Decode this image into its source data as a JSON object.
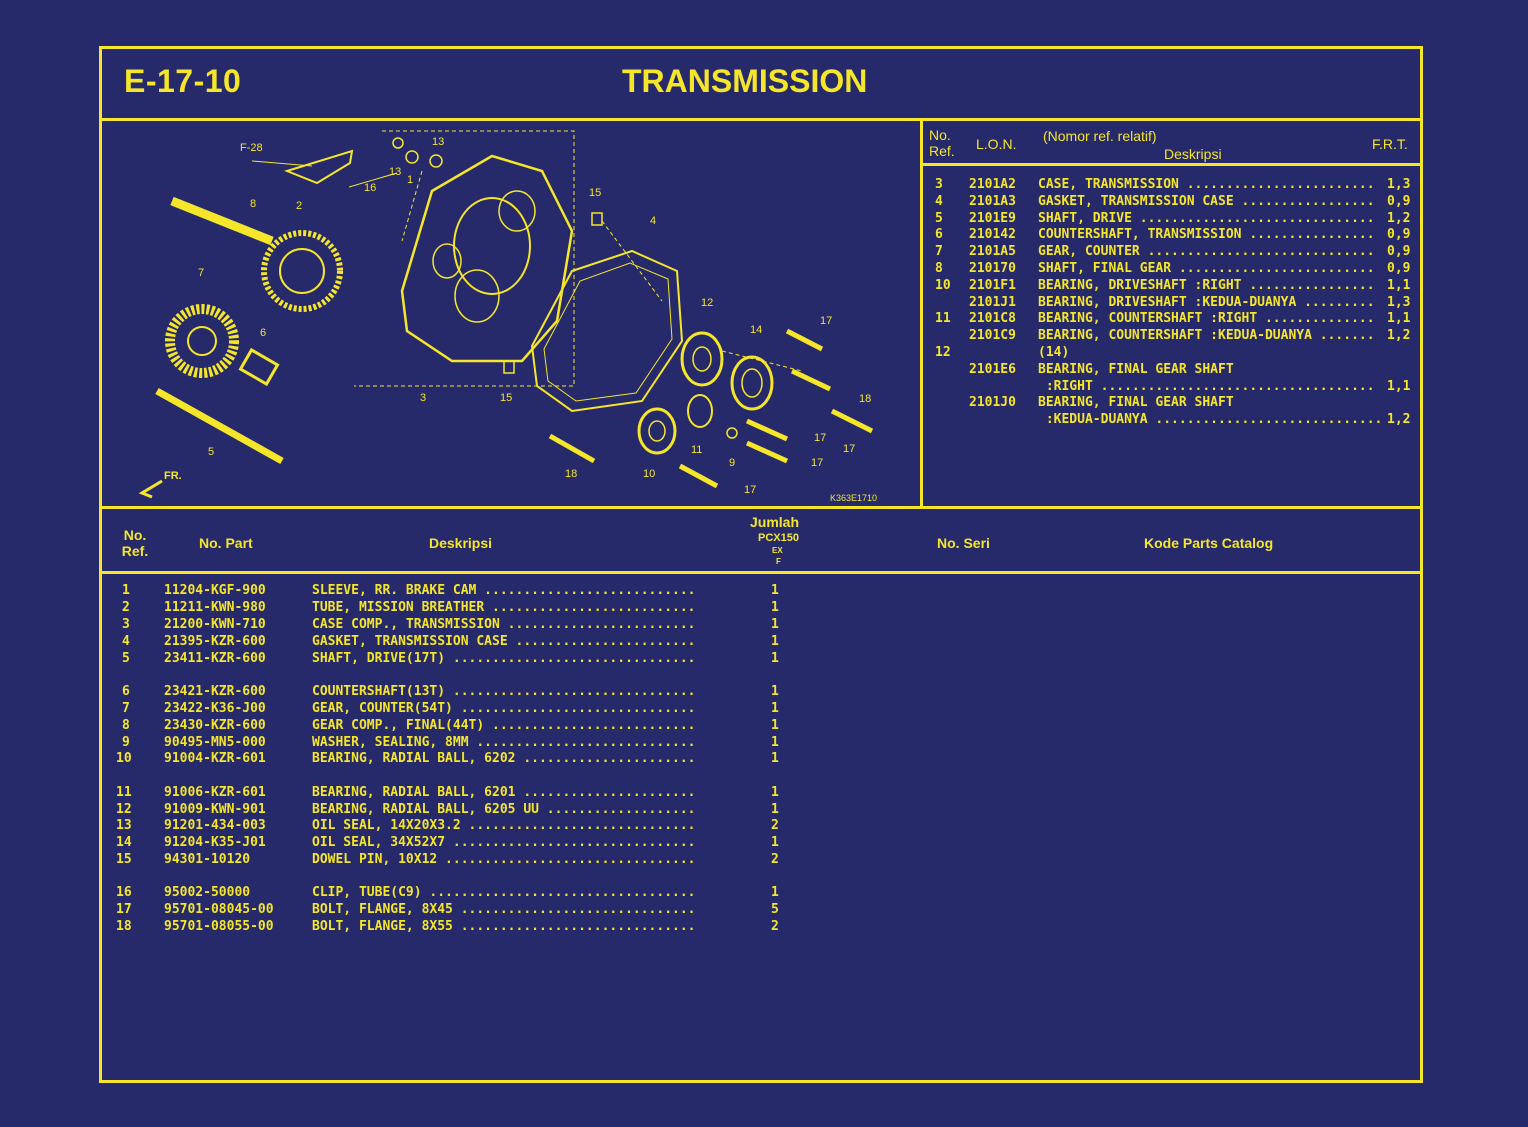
{
  "header": {
    "code": "E-17-10",
    "title": "TRANSMISSION"
  },
  "diagram": {
    "labels": {
      "f28": "F-28",
      "n8": "8",
      "n2": "2",
      "n16": "16",
      "n13a": "13",
      "n13b": "13",
      "n1": "1",
      "n15a": "15",
      "n4": "4",
      "n7": "7",
      "n6": "6",
      "n12": "12",
      "n14": "14",
      "n17a": "17",
      "n3": "3",
      "n15b": "15",
      "n18a": "18",
      "n5": "5",
      "n17b": "17",
      "n11": "11",
      "n9": "9",
      "n17c": "17",
      "n17d": "17",
      "n10": "10",
      "n18b": "18",
      "n17e": "17",
      "fr": "FR.",
      "code": "K363E1710"
    }
  },
  "lon_table": {
    "headers": {
      "no_ref": "No. Ref.",
      "lon": "L.O.N.",
      "nomor_ref": "(Nomor ref. relatif)",
      "deskripsi": "Deskripsi",
      "frt": "F.R.T."
    },
    "rows": [
      {
        "ref": "3",
        "lon": "2101A2",
        "desc": "CASE, TRANSMISSION ........................",
        "frt": "1,3"
      },
      {
        "ref": "4",
        "lon": "2101A3",
        "desc": "GASKET, TRANSMISSION CASE .................",
        "frt": "0,9"
      },
      {
        "ref": "5",
        "lon": "2101E9",
        "desc": "SHAFT, DRIVE ..............................",
        "frt": "1,2"
      },
      {
        "ref": "6",
        "lon": "210142",
        "desc": "COUNTERSHAFT, TRANSMISSION ................",
        "frt": "0,9"
      },
      {
        "ref": "7",
        "lon": "2101A5",
        "desc": "GEAR, COUNTER .............................",
        "frt": "0,9"
      },
      {
        "ref": "8",
        "lon": "210170",
        "desc": "SHAFT, FINAL GEAR .........................",
        "frt": "0,9"
      },
      {
        "ref": "10",
        "lon": "2101F1",
        "desc": "BEARING, DRIVESHAFT :RIGHT ................",
        "frt": "1,1"
      },
      {
        "ref": "",
        "lon": "2101J1",
        "desc": "BEARING, DRIVESHAFT :KEDUA-DUANYA .........",
        "frt": "1,3"
      },
      {
        "ref": "11",
        "lon": "2101C8",
        "desc": "BEARING, COUNTERSHAFT :RIGHT ..............",
        "frt": "1,1"
      },
      {
        "ref": "",
        "lon": "2101C9",
        "desc": "BEARING, COUNTERSHAFT :KEDUA-DUANYA .......",
        "frt": "1,2"
      },
      {
        "ref": "12",
        "lon": "",
        "desc": "(14)",
        "frt": ""
      },
      {
        "ref": "",
        "lon": "2101E6",
        "desc": "BEARING, FINAL GEAR SHAFT",
        "frt": ""
      },
      {
        "ref": "",
        "lon": "",
        "desc": " :RIGHT ...................................",
        "frt": "1,1"
      },
      {
        "ref": "",
        "lon": "2101J0",
        "desc": "BEARING, FINAL GEAR SHAFT",
        "frt": ""
      },
      {
        "ref": "",
        "lon": "",
        "desc": " :KEDUA-DUANYA .............................",
        "frt": "1,2"
      }
    ]
  },
  "parts_table": {
    "headers": {
      "no_ref": "No. Ref.",
      "no_part": "No. Part",
      "deskripsi": "Deskripsi",
      "jumlah": "Jumlah",
      "model": "PCX150",
      "ex": "EX",
      "f": "F",
      "no_seri": "No. Seri",
      "kode": "Kode Parts Catalog"
    },
    "groups": [
      [
        {
          "ref": "1",
          "part": "11204-KGF-900",
          "desc": "SLEEVE, RR. BRAKE CAM ...........................",
          "qty": "1"
        },
        {
          "ref": "2",
          "part": "11211-KWN-980",
          "desc": "TUBE, MISSION BREATHER ..........................",
          "qty": "1"
        },
        {
          "ref": "3",
          "part": "21200-KWN-710",
          "desc": "CASE COMP., TRANSMISSION ........................",
          "qty": "1"
        },
        {
          "ref": "4",
          "part": "21395-KZR-600",
          "desc": "GASKET, TRANSMISSION CASE .......................",
          "qty": "1"
        },
        {
          "ref": "5",
          "part": "23411-KZR-600",
          "desc": "SHAFT, DRIVE(17T) ...............................",
          "qty": "1"
        }
      ],
      [
        {
          "ref": "6",
          "part": "23421-KZR-600",
          "desc": "COUNTERSHAFT(13T) ...............................",
          "qty": "1"
        },
        {
          "ref": "7",
          "part": "23422-K36-J00",
          "desc": "GEAR, COUNTER(54T) ..............................",
          "qty": "1"
        },
        {
          "ref": "8",
          "part": "23430-KZR-600",
          "desc": "GEAR COMP., FINAL(44T) ..........................",
          "qty": "1"
        },
        {
          "ref": "9",
          "part": "90495-MN5-000",
          "desc": "WASHER, SEALING, 8MM ............................",
          "qty": "1"
        },
        {
          "ref": "10",
          "part": "91004-KZR-601",
          "desc": "BEARING, RADIAL BALL, 6202 ......................",
          "qty": "1"
        }
      ],
      [
        {
          "ref": "11",
          "part": "91006-KZR-601",
          "desc": "BEARING, RADIAL BALL, 6201 ......................",
          "qty": "1"
        },
        {
          "ref": "12",
          "part": "91009-KWN-901",
          "desc": "BEARING, RADIAL BALL, 6205 UU ...................",
          "qty": "1"
        },
        {
          "ref": "13",
          "part": "91201-434-003",
          "desc": "OIL SEAL, 14X20X3.2 .............................",
          "qty": "2"
        },
        {
          "ref": "14",
          "part": "91204-K35-J01",
          "desc": "OIL SEAL, 34X52X7 ...............................",
          "qty": "1"
        },
        {
          "ref": "15",
          "part": "94301-10120",
          "desc": "DOWEL PIN, 10X12 ................................",
          "qty": "2"
        }
      ],
      [
        {
          "ref": "16",
          "part": "95002-50000",
          "desc": "CLIP, TUBE(C9) ..................................",
          "qty": "1"
        },
        {
          "ref": "17",
          "part": "95701-08045-00",
          "desc": "BOLT, FLANGE, 8X45 ..............................",
          "qty": "5"
        },
        {
          "ref": "18",
          "part": "95701-08055-00",
          "desc": "BOLT, FLANGE, 8X55 ..............................",
          "qty": "2"
        }
      ]
    ]
  },
  "colors": {
    "background": "#262a6a",
    "accent": "#f5e62a"
  }
}
